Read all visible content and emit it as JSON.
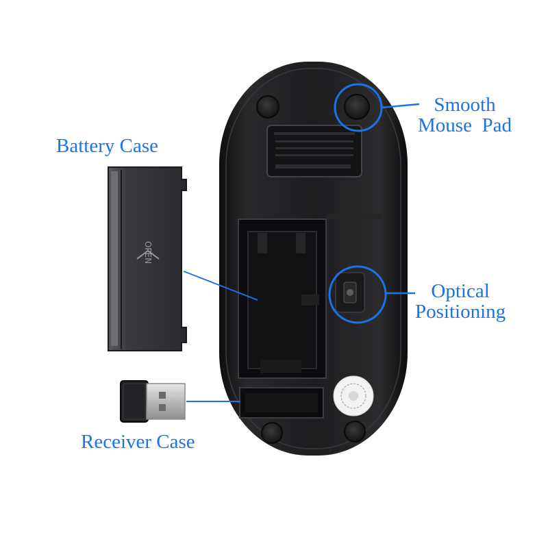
{
  "labels": {
    "battery_case": "Battery Case",
    "receiver_case": "Receiver Case",
    "smooth_line1": "Smooth",
    "smooth_line2": "Mouse  Pad",
    "optical_line1": "Optical",
    "optical_line2": "Positioning"
  },
  "battery_cover_text": "OPEN",
  "colors": {
    "annotation": "#1a73e8",
    "mouse_body": "#1b1b1d",
    "background": "#ffffff"
  }
}
